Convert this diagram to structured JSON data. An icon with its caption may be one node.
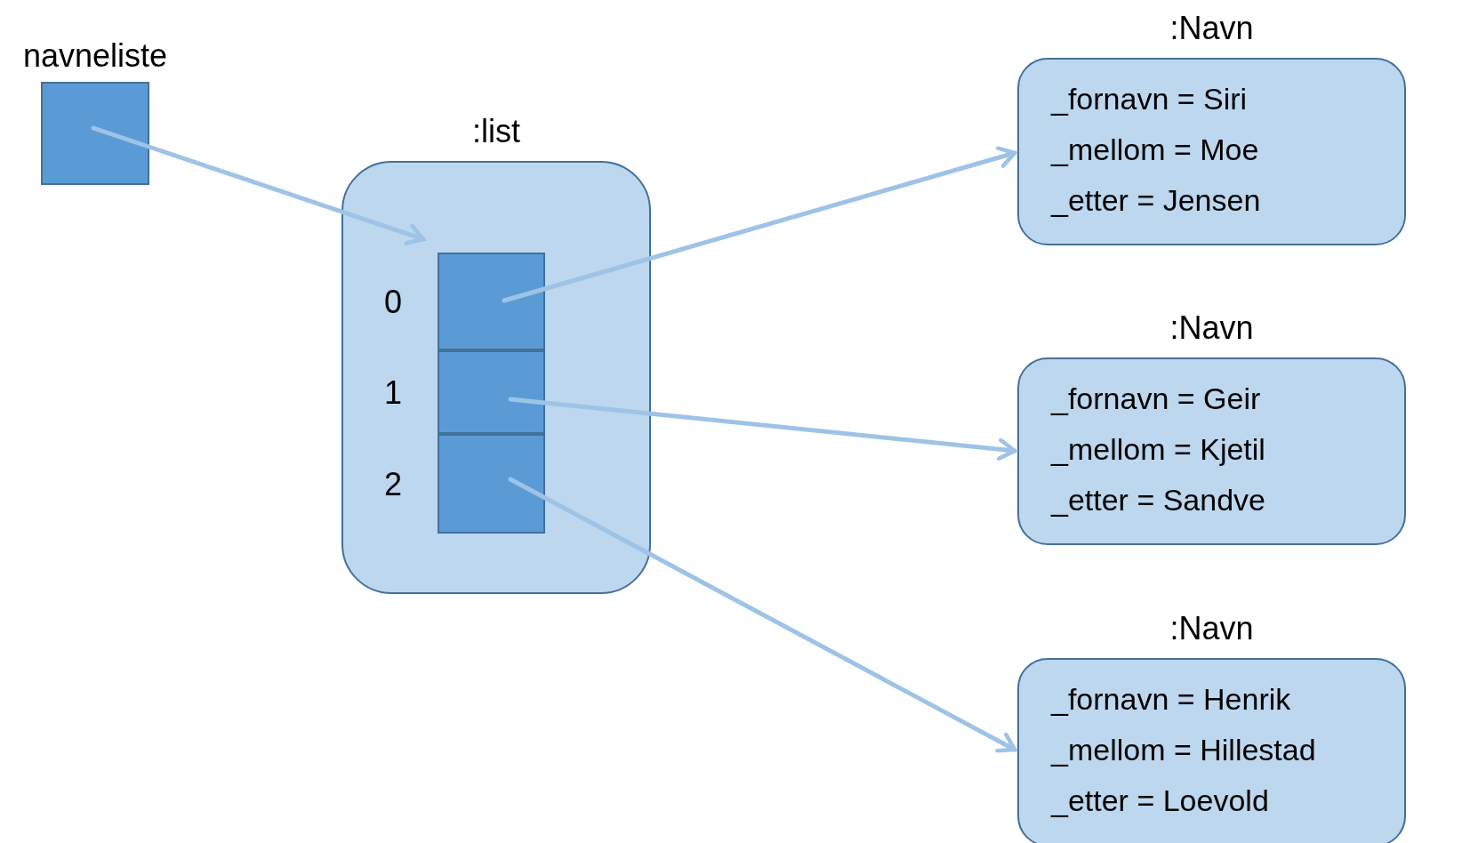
{
  "diagram": {
    "nodes": [
      {
        "text": [
          "navneliste"
        ]
      },
      {
        "text": [
          ":list"
        ]
      },
      {
        "text": [],
        "shape": "box",
        "in": 1,
        "beside": [
          "0"
        ]
      },
      {
        "text": [],
        "shape": "box",
        "in": 1,
        "beside": [
          "1"
        ]
      },
      {
        "text": [],
        "shape": "box",
        "in": 1,
        "beside": [
          "2"
        ]
      },
      {
        "text": [
          ":Navn",
          "_fornavn = Siri",
          "_mellom = Moe",
          "_etter = Jensen"
        ]
      },
      {
        "text": [
          ":Navn",
          "_fornavn = Geir",
          "_mellom = Kjetil",
          "_etter = Sandve"
        ]
      },
      {
        "text": [
          ":Navn",
          "_fornavn = Henrik",
          "_mellom = Hillestad",
          "_etter = Loevold"
        ]
      }
    ],
    "edges": [
      {
        "from": 0,
        "to": 2,
        "arrow": "to"
      },
      {
        "from": 2,
        "to": 5,
        "arrow": "to"
      },
      {
        "from": 3,
        "to": 6,
        "arrow": "to"
      },
      {
        "from": 4,
        "to": 7,
        "arrow": "to"
      }
    ]
  }
}
